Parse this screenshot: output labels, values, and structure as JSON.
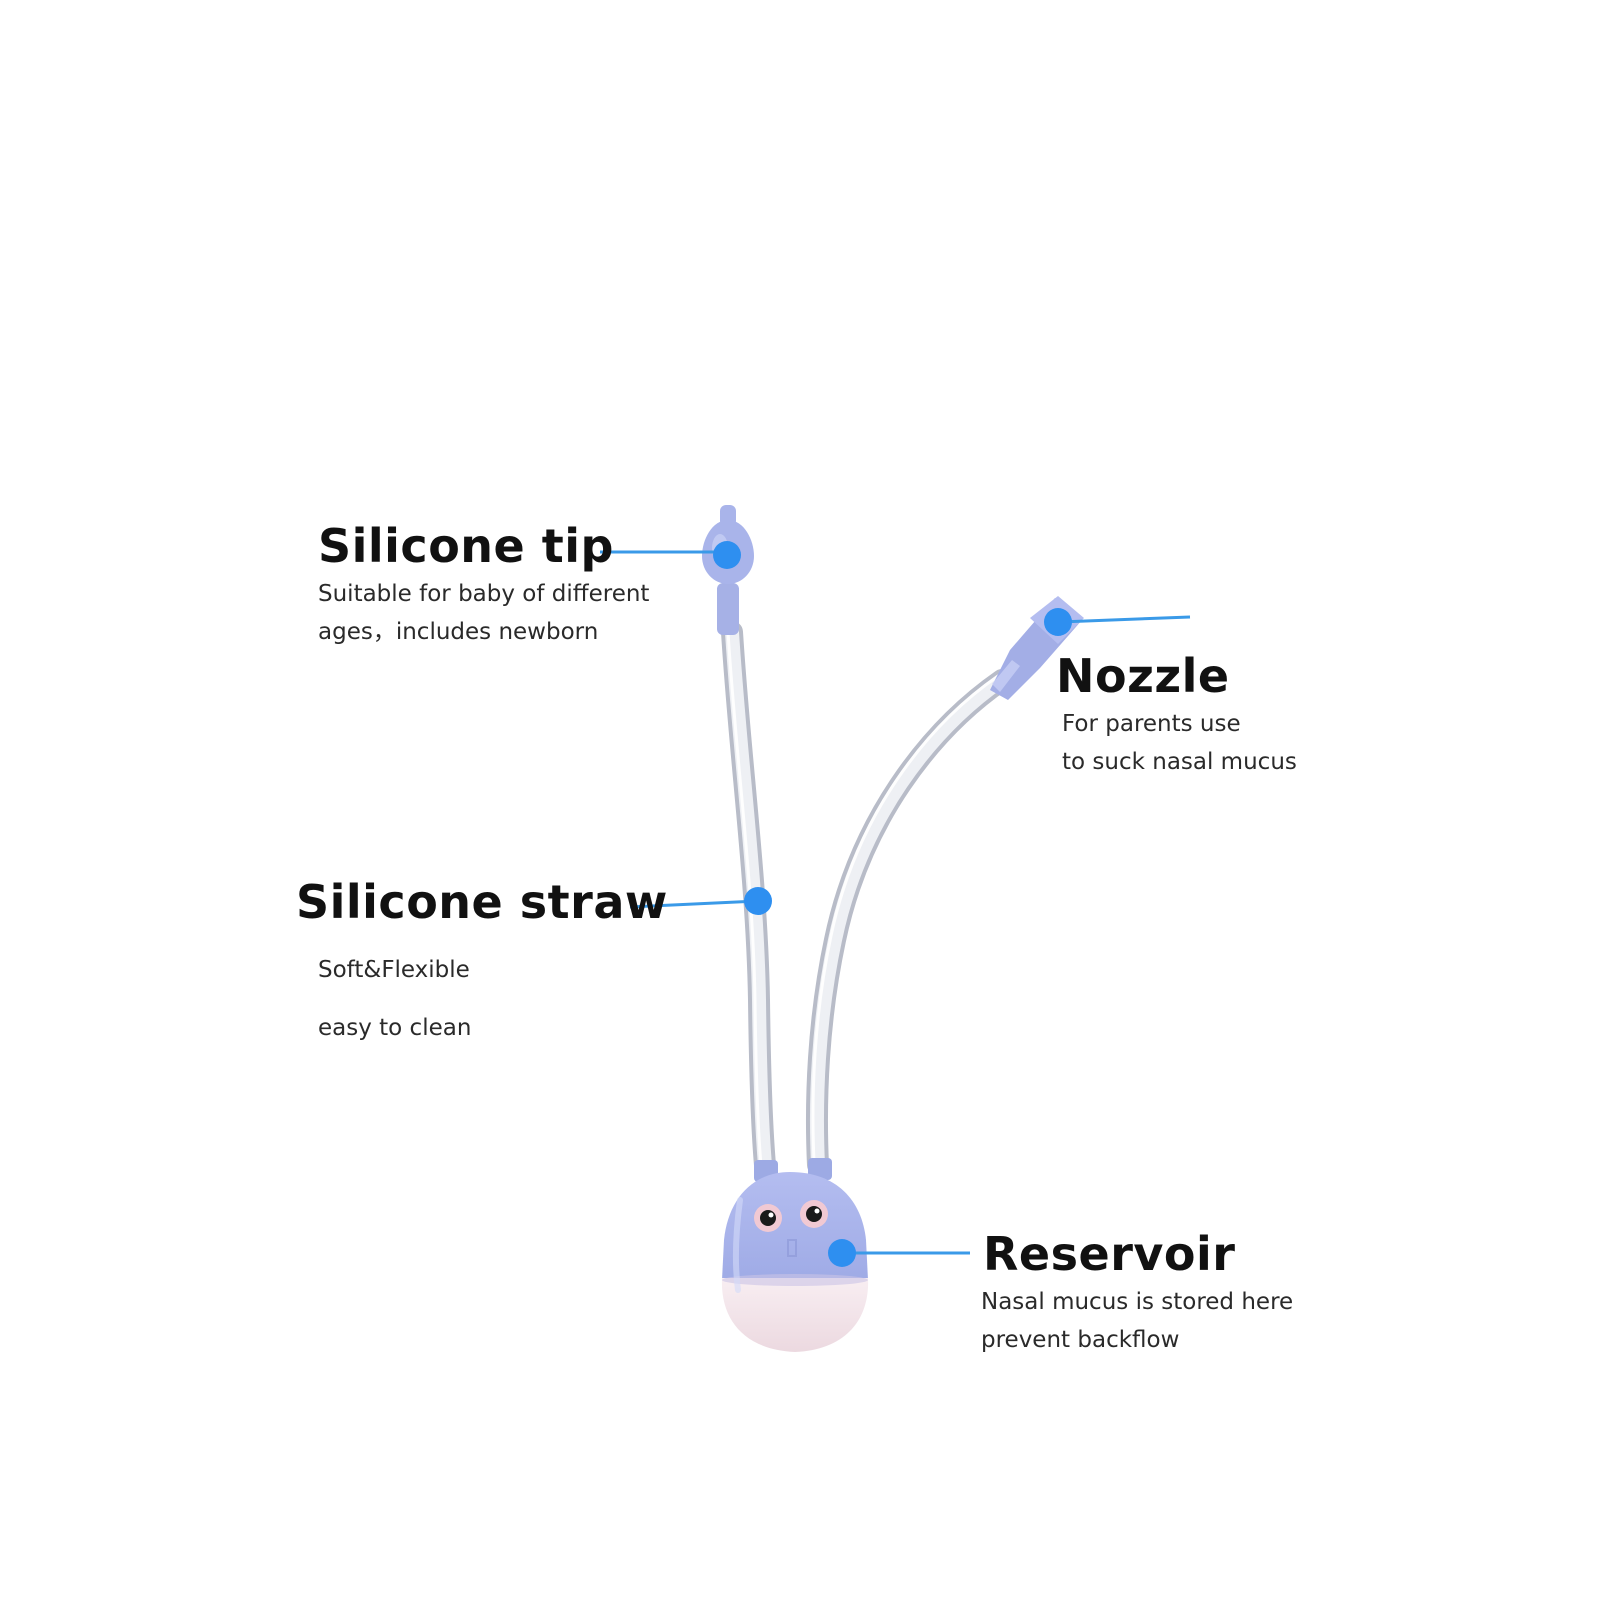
{
  "colors": {
    "accent_dot": "#2e8ff0",
    "leader_line": "#3a9ae8",
    "device_blue": "#aeb8ea",
    "device_blue_dark": "#8f9ddc",
    "tube": "#e6e8ee",
    "reservoir_bottom": "#f6e9ee"
  },
  "callouts": {
    "tip": {
      "title": "Silicone tip",
      "desc_line1": "Suitable for baby of different",
      "desc_line2": "ages，includes newborn"
    },
    "nozzle": {
      "title": "Nozzle",
      "desc_line1": "For parents use",
      "desc_line2": "to suck nasal mucus"
    },
    "straw": {
      "title": "Silicone straw",
      "desc_line1": "Soft&Flexible",
      "desc_line2": "easy to clean"
    },
    "reservoir": {
      "title": "Reservoir",
      "desc_line1": "Nasal mucus is stored here",
      "desc_line2": "prevent backflow"
    }
  },
  "icons": {
    "device": "nasal-aspirator-illustration",
    "face": "cartoon-face-icon"
  }
}
